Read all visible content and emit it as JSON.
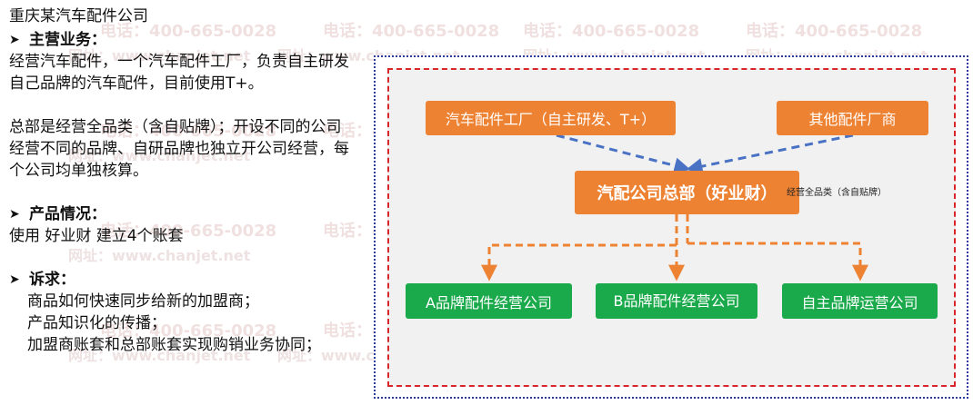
{
  "watermark": {
    "phone": "电话：400-665-0028",
    "site": "网址：www.chanjet.net"
  },
  "left": {
    "company": "重庆某汽车配件公司",
    "sections": {
      "main_business": {
        "title": "主营业务：",
        "p1": "经营汽车配件，一个汽车配件工厂，负责自主研发自己品牌的汽车配件，目前使用T+。",
        "p2": "总部是经营全品类（含自贴牌）；开设不同的公司经营不同的品牌、自研品牌也独立开公司经营，每个公司均单独核算。"
      },
      "products": {
        "title": "产品情况：",
        "p1": "使用 好业财 建立4个账套"
      },
      "demands": {
        "title": "诉求：",
        "items": [
          "商品如何快速同步给新的加盟商；",
          "产品知识化的传播；",
          "加盟商账套和总部账套实现购销业务协同；"
        ]
      }
    }
  },
  "diagram": {
    "factory": "汽车配件工厂（自主研发、T+）",
    "other": "其他配件厂商",
    "hq": "汽配公司总部（好业财）",
    "hq_note": "经营全品类（含自贴牌）",
    "branch_a": "A品牌配件经营公司",
    "branch_b": "B品牌配件经营公司",
    "branch_self": "自主品牌运营公司",
    "colors": {
      "orange": "#ee8233",
      "green": "#1aa94b",
      "blue_arrow": "#4a72c4",
      "orange_arrow": "#ee8233",
      "outer_border": "#2a3b9c",
      "inner_border": "#d8262b"
    }
  }
}
